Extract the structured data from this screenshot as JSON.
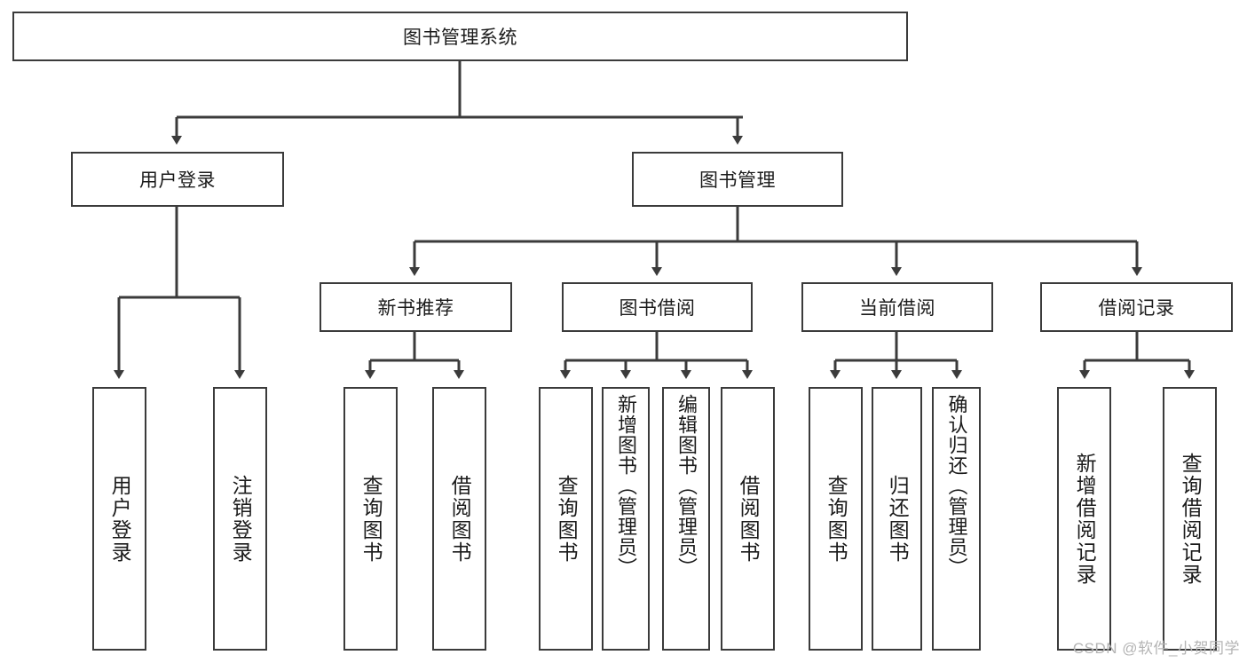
{
  "diagram": {
    "title": "图书管理系统",
    "watermark": "CSDN @软件_小贺同学",
    "line_color": "#3b3b3b",
    "box_fill": "#ffffff",
    "text_color": "#1b1b1b",
    "watermark_color": "#b4b4b4",
    "root": {
      "label": "图书管理系统"
    },
    "level2": [
      {
        "label": "用户登录"
      },
      {
        "label": "图书管理"
      }
    ],
    "level3": [
      {
        "label": "新书推荐"
      },
      {
        "label": "图书借阅"
      },
      {
        "label": "当前借阅"
      },
      {
        "label": "借阅记录"
      }
    ],
    "leaves": {
      "user_login": [
        {
          "label": "用户登录"
        },
        {
          "label": "注销登录"
        }
      ],
      "new_book": [
        {
          "label": "查询图书"
        },
        {
          "label": "借阅图书"
        }
      ],
      "book_borrow": [
        {
          "label": "查询图书"
        },
        {
          "label": "新增图书（管理员）"
        },
        {
          "label": "编辑图书（管理员）"
        },
        {
          "label": "借阅图书"
        }
      ],
      "current_borrow": [
        {
          "label": "查询图书"
        },
        {
          "label": "归还图书"
        },
        {
          "label": "确认归还（管理员）"
        }
      ],
      "borrow_record": [
        {
          "label": "新增借阅记录"
        },
        {
          "label": "查询借阅记录"
        }
      ]
    }
  }
}
